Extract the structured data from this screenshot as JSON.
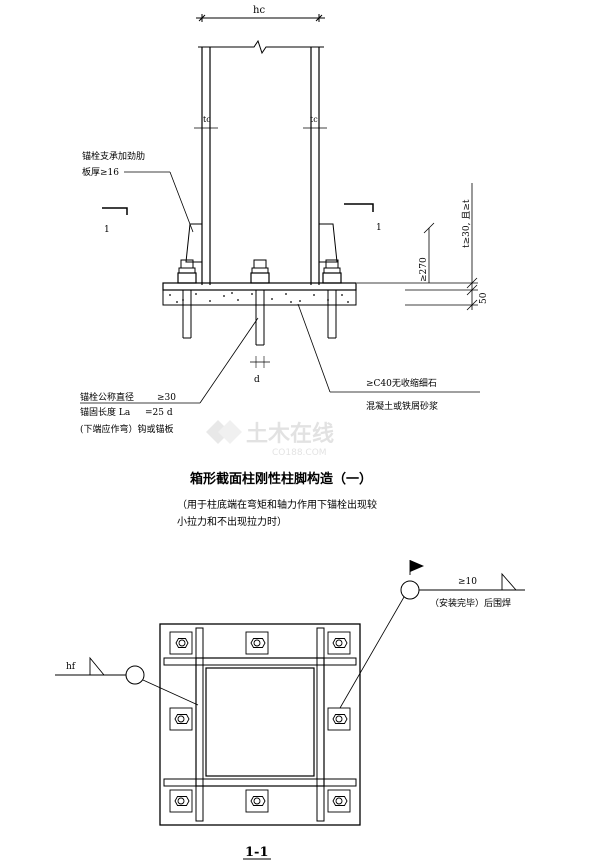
{
  "top": {
    "dim_hc": "hc",
    "dim_tc_left": "tc",
    "dim_tc_right": "tc",
    "stiffener_line1": "锚栓支承加劲肋",
    "stiffener_line2": "板厚≥16",
    "section_mark_left": "1",
    "section_mark_right": "1",
    "dim_270": "≥270",
    "dim_t": "t≥30, 且≥t",
    "dim_50": "50",
    "dim_d": "d",
    "grout_line1": "≥C40无收缩细石",
    "grout_line2": "混凝土或铁屑砂浆",
    "anchor_line1_label": "锚栓公称直径",
    "anchor_line1_value": "≥30",
    "anchor_line2_label": "锚固长度 La",
    "anchor_line2_value": "=25 d",
    "anchor_line3": "(下端应作弯）钩或锚板",
    "title": "箱形截面柱刚性柱脚构造（一）",
    "note_line1": "（用于柱底端在弯矩和轴力作用下锚栓出现较",
    "note_line2": "小拉力和不出现拉力时）"
  },
  "watermark": {
    "text": "土木在线",
    "sub": "CO188.COM"
  },
  "bottom": {
    "weld_size": "≥10",
    "weld_note": "（安装完毕）后围焊",
    "hf_label": "hf",
    "section_label": "1-1"
  }
}
